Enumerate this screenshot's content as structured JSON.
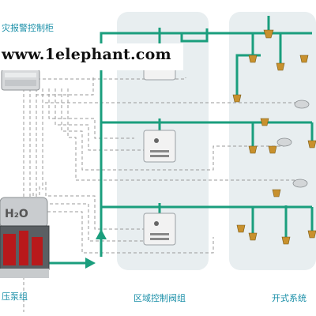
{
  "labels": {
    "fire_alarm_cabinet": "灾报警控制柜",
    "watermark": "www.1elephant.com",
    "pump_group": "压泵组",
    "zone_valve_group": "区域控制阀组",
    "open_system": "开式系统",
    "tank_mark": "H₂O"
  },
  "colors": {
    "pipe": "#1a9e7d",
    "signal_line": "#8a8a8a",
    "panel": "#e8eef0",
    "label_text": "#1a8fa8",
    "pump_red": "#b8191b",
    "nozzle_brass": "#c8912e"
  }
}
